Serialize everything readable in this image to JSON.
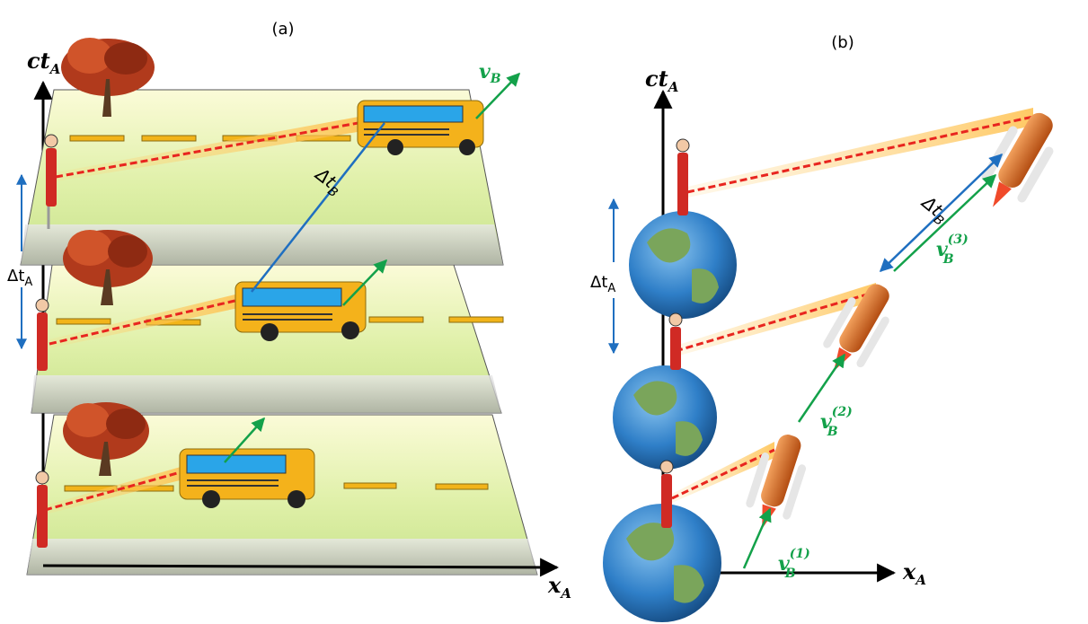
{
  "panel_a": {
    "label": "(a)",
    "axis_x": "x",
    "axis_x_sub": "A",
    "axis_y": "ct",
    "axis_y_sub": "A",
    "velocity": "v",
    "velocity_sub": "B",
    "proper_interval": "Δt",
    "proper_interval_sub": "B",
    "observer_interval": "Δt",
    "observer_interval_sub": "A"
  },
  "panel_b": {
    "label": "(b)",
    "axis_x": "x",
    "axis_x_sub": "A",
    "axis_y": "ct",
    "axis_y_sub": "A",
    "observer_interval": "Δt",
    "observer_interval_sub": "A",
    "proper_interval": "Δt",
    "proper_interval_sub": "B",
    "velocities": [
      {
        "symbol": "v",
        "sub": "B",
        "sup": "(1)"
      },
      {
        "symbol": "v",
        "sub": "B",
        "sup": "(2)"
      },
      {
        "symbol": "v",
        "sub": "B",
        "sup": "(3)"
      }
    ]
  },
  "colors": {
    "axis": "#000000",
    "velocity": "#13a14a",
    "interval": "#1f6fc0",
    "light_ray": "#e8251f",
    "glow": "#ffd37a",
    "plane_top": "#fbfbd8",
    "plane_bottom": "#cfe89a",
    "road": "#bdbdbd",
    "bus": "#f4b21b",
    "window": "#2aa5e8",
    "tree": "#b13a1c",
    "earth_sea": "#2f7fc8",
    "earth_land": "#7aa55b",
    "rocket": "#d9691e"
  }
}
